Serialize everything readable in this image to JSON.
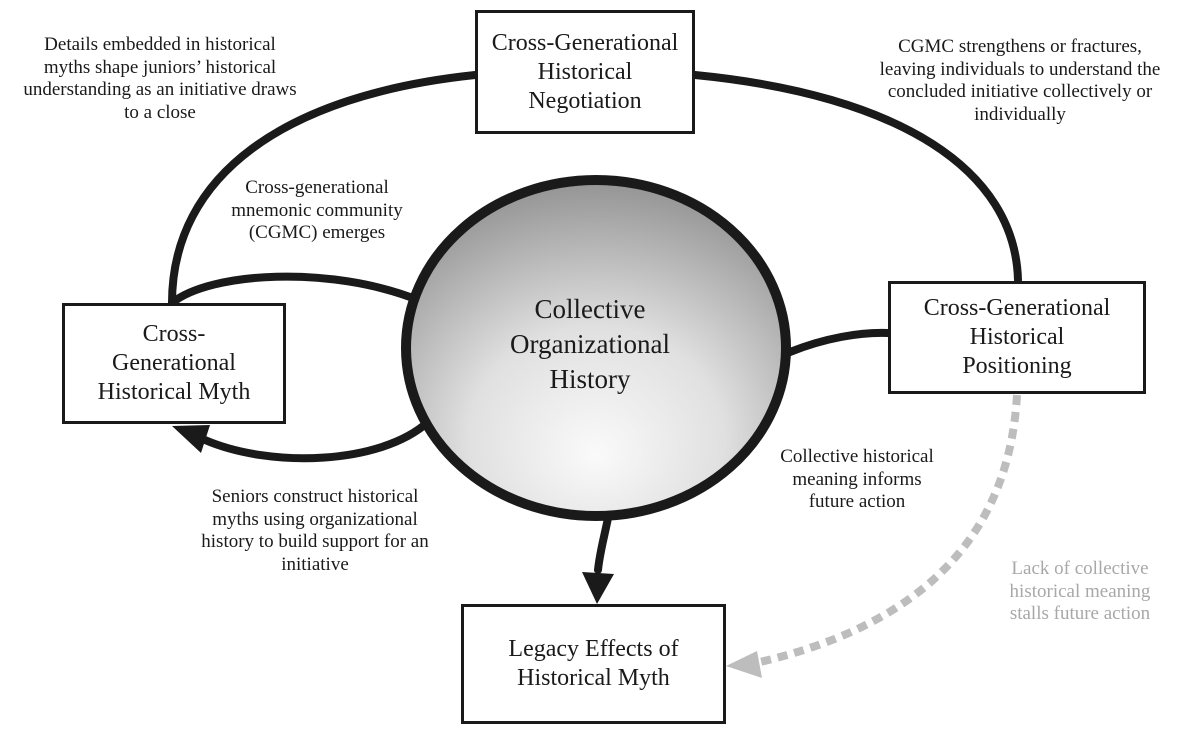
{
  "center": {
    "label_lines": [
      "Collective",
      "Organizational",
      "History"
    ]
  },
  "boxes": {
    "negotiation": {
      "label_lines": [
        "Cross-Generational",
        "Historical",
        "Negotiation"
      ]
    },
    "myth": {
      "label_lines": [
        "Cross-",
        "Generational",
        "Historical Myth"
      ]
    },
    "positioning": {
      "label_lines": [
        "Cross-Generational",
        "Historical",
        "Positioning"
      ]
    },
    "legacy": {
      "label_lines": [
        "Legacy Effects of",
        "Historical Myth"
      ]
    }
  },
  "notes": {
    "details_embedded": [
      "Details embedded in historical",
      "myths shape juniors’ historical",
      "understanding as an initiative draws",
      "to a close"
    ],
    "cgmc_strengthens": [
      "CGMC strengthens or fractures,",
      "leaving individuals to understand the",
      "concluded initiative collectively or",
      "individually"
    ],
    "cgmc_emerges": [
      "Cross-generational",
      "mnemonic community",
      "(CGMC) emerges"
    ],
    "seniors_construct": [
      "Seniors construct historical",
      "myths using organizational",
      "history to build support for an",
      "initiative"
    ],
    "collective_meaning": [
      "Collective historical",
      "meaning informs",
      "future action"
    ],
    "lack_of_meaning": [
      "Lack of collective",
      "historical meaning",
      "stalls future action"
    ]
  },
  "colors": {
    "stroke": "#1a1a1a",
    "dashed_arrow": "#bdbdbd",
    "faint_text": "#a8a8a8",
    "sphere_light": "#fafafa",
    "sphere_dark": "#8e8e8e"
  }
}
